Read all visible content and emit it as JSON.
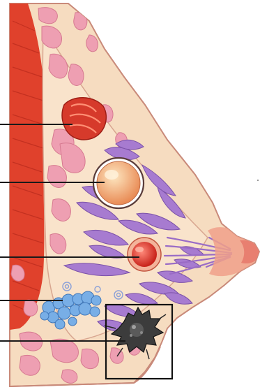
{
  "diagram": {
    "subject": "breast-cross-section",
    "regions": [
      {
        "name": "chest-wall-muscle",
        "color": "#e0412c"
      },
      {
        "name": "fatty-tissue",
        "color": "#f4d6b8"
      },
      {
        "name": "fat-lobules",
        "color": "#ee9fb2"
      },
      {
        "name": "milk-lobules-ducts",
        "color": "#a77bd0"
      },
      {
        "name": "nipple-areola",
        "color": "#f0a08a"
      }
    ],
    "findings": [
      {
        "name": "red-nodule",
        "color": "#d63a2b"
      },
      {
        "name": "cyst",
        "color": "#f0a86a"
      },
      {
        "name": "small-red-nodule",
        "color": "#e8463c"
      },
      {
        "name": "calcification-cluster",
        "color": "#78aee6"
      },
      {
        "name": "dark-tumor-mass",
        "color": "#3c3c3c"
      }
    ],
    "pointer_lines": 5,
    "highlight_box": "around-dark-tumor-mass"
  }
}
